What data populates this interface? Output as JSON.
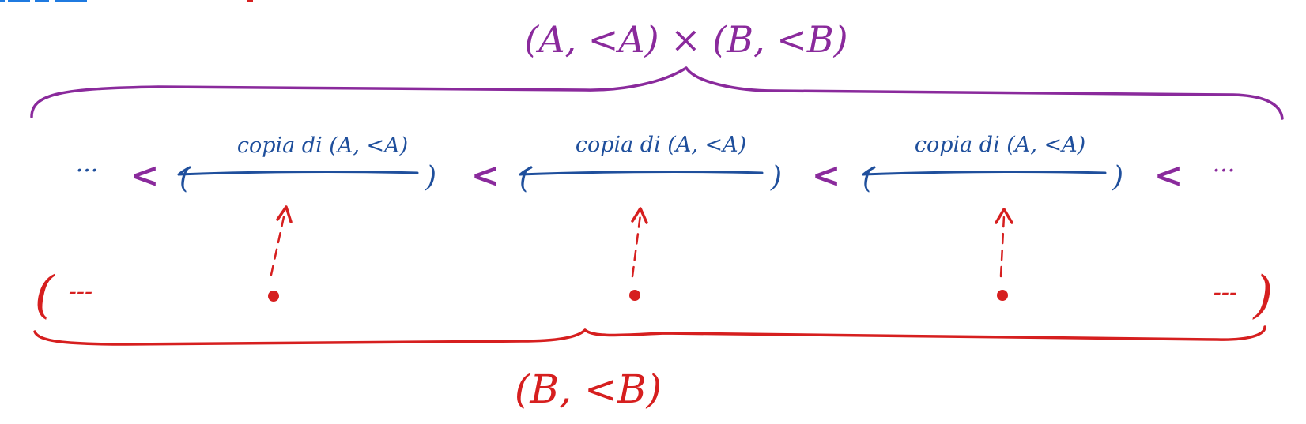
{
  "colors": {
    "product": "#8a2a9c",
    "copy": "#1f4f9c",
    "base": "#d61f1f"
  },
  "product_label": "(A, <A) × (B, <B)",
  "base_label": "(B, <B)",
  "copies": [
    {
      "label": "copia di (A, <A)",
      "open_paren": "(",
      "close_paren": ")"
    },
    {
      "label": "copia di (A, <A)",
      "open_paren": "(",
      "close_paren": ")"
    },
    {
      "label": "copia di (A, <A)",
      "open_paren": "(",
      "close_paren": ")"
    }
  ],
  "order_symbols": [
    "<",
    "<",
    "<",
    "<"
  ],
  "ellipsis_left": "···",
  "ellipsis_right": "···",
  "base_row": {
    "open_paren": "(",
    "close_paren": ")",
    "ellipsis_left": "---",
    "ellipsis_right": "---"
  }
}
